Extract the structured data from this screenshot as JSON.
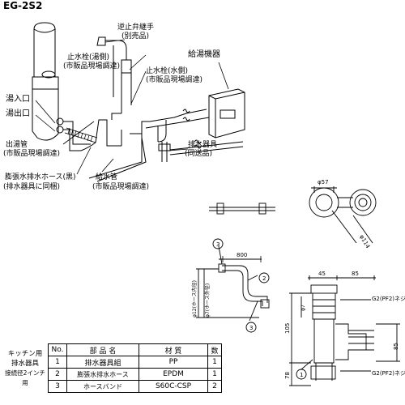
{
  "model": "EG-2S2",
  "labels": {
    "check_valve_fitting": "逆止弁継手",
    "check_valve_fitting_note": "(別売品)",
    "stop_valve_hot": "止水栓(湯側)",
    "stop_valve_hot_note": "(市販品現場調達)",
    "water_heater": "給湯機器",
    "stop_valve_cold": "止水栓(水側)",
    "stop_valve_cold_note": "(市販品現場調達)",
    "hot_inlet": "湯入口",
    "hot_outlet": "湯出口",
    "hot_pipe": "出湯管",
    "hot_pipe_note": "(市販品現場調達)",
    "drain_fitting": "排水器具",
    "drain_fitting_note": "(同送品)",
    "expansion_hose": "膨張水排水ホース(黒)",
    "expansion_hose_note": "(排水器具に同梱)",
    "supply_pipe": "給水管",
    "supply_pipe_note": "(市販品現場調達)"
  },
  "dimensions": {
    "phi57": "φ57",
    "phi114": "φ114",
    "len800": "800",
    "phi12": "φ12(ホース内径)",
    "phi7": "φ7(ホース外径)",
    "d45": "45",
    "d85a": "85",
    "d105": "105",
    "d78": "78",
    "d85b": "85",
    "d7": "φ7",
    "g2_top": "G2(PF2)ネジ",
    "g2_bottom": "G2(PF2)ネジ"
  },
  "callouts": [
    "1",
    "2",
    "3"
  ],
  "parts_table": {
    "side_label": [
      "キッチン用",
      "排水器具",
      "接続径2インチ用"
    ],
    "headers": [
      "No.",
      "部 品 名",
      "材 質",
      "数"
    ],
    "rows": [
      {
        "no": "1",
        "name": "排水器具組",
        "material": "PP",
        "qty": "1"
      },
      {
        "no": "2",
        "name": "膨張水排水ホース",
        "material": "EPDM",
        "qty": "1"
      },
      {
        "no": "3",
        "name": "ホースバンド",
        "material": "S60C-CSP",
        "qty": "2"
      }
    ]
  }
}
